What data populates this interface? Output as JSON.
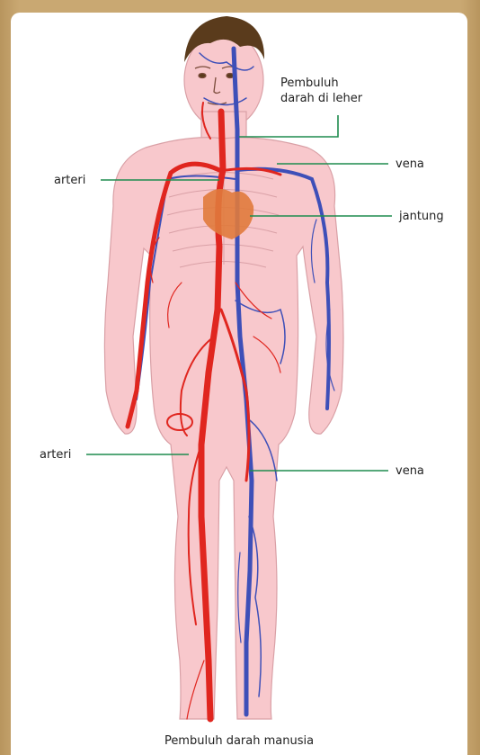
{
  "labels": {
    "neck_vessels": "Pembuluh darah di leher",
    "neck_line1": "Pembuluh",
    "neck_line2": "darah di leher",
    "vena_upper": "vena",
    "arteri_upper": "arteri",
    "jantung": "jantung",
    "arteri_lower": "arteri",
    "vena_lower": "vena"
  },
  "caption": "Pembuluh darah manusia",
  "colors": {
    "skin": "#f8c8cc",
    "skin_outline": "#d9a0a6",
    "artery": "#e0261f",
    "vein": "#3e4fb8",
    "heart": "#e07a3c",
    "hair": "#5a3b1c",
    "leader_line": "#1e8c4e"
  }
}
